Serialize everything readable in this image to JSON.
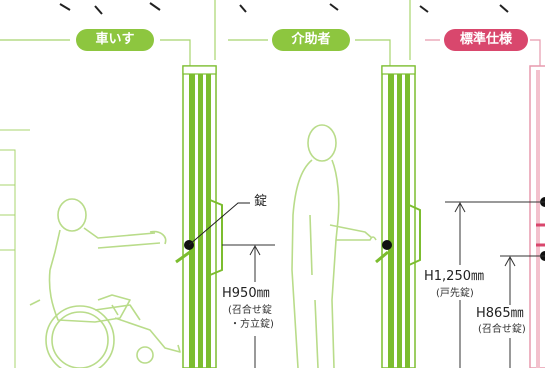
{
  "top_caption": "",
  "panels": {
    "wheelchair": {
      "tag": "車いす",
      "tag_color": "#8dc63f"
    },
    "caregiver": {
      "tag": "介助者",
      "tag_color": "#8dc63f"
    },
    "standard": {
      "tag": "標準仕様",
      "tag_color": "#d9476d"
    }
  },
  "lock_label": "錠",
  "dim1": {
    "value": "H950㎜",
    "sub1": "(召合せ錠",
    "sub2": "・方立錠)"
  },
  "dim2": {
    "value": "H1,250㎜",
    "sub": "(戸先錠)"
  },
  "dim3": {
    "value": "H865㎜",
    "sub": "(召合せ錠)"
  },
  "colors": {
    "frame_green": "#7cbd2f",
    "line_green": "#a8d46f",
    "figure_green": "#b9dc8a",
    "accent_pink": "#d9476d"
  }
}
